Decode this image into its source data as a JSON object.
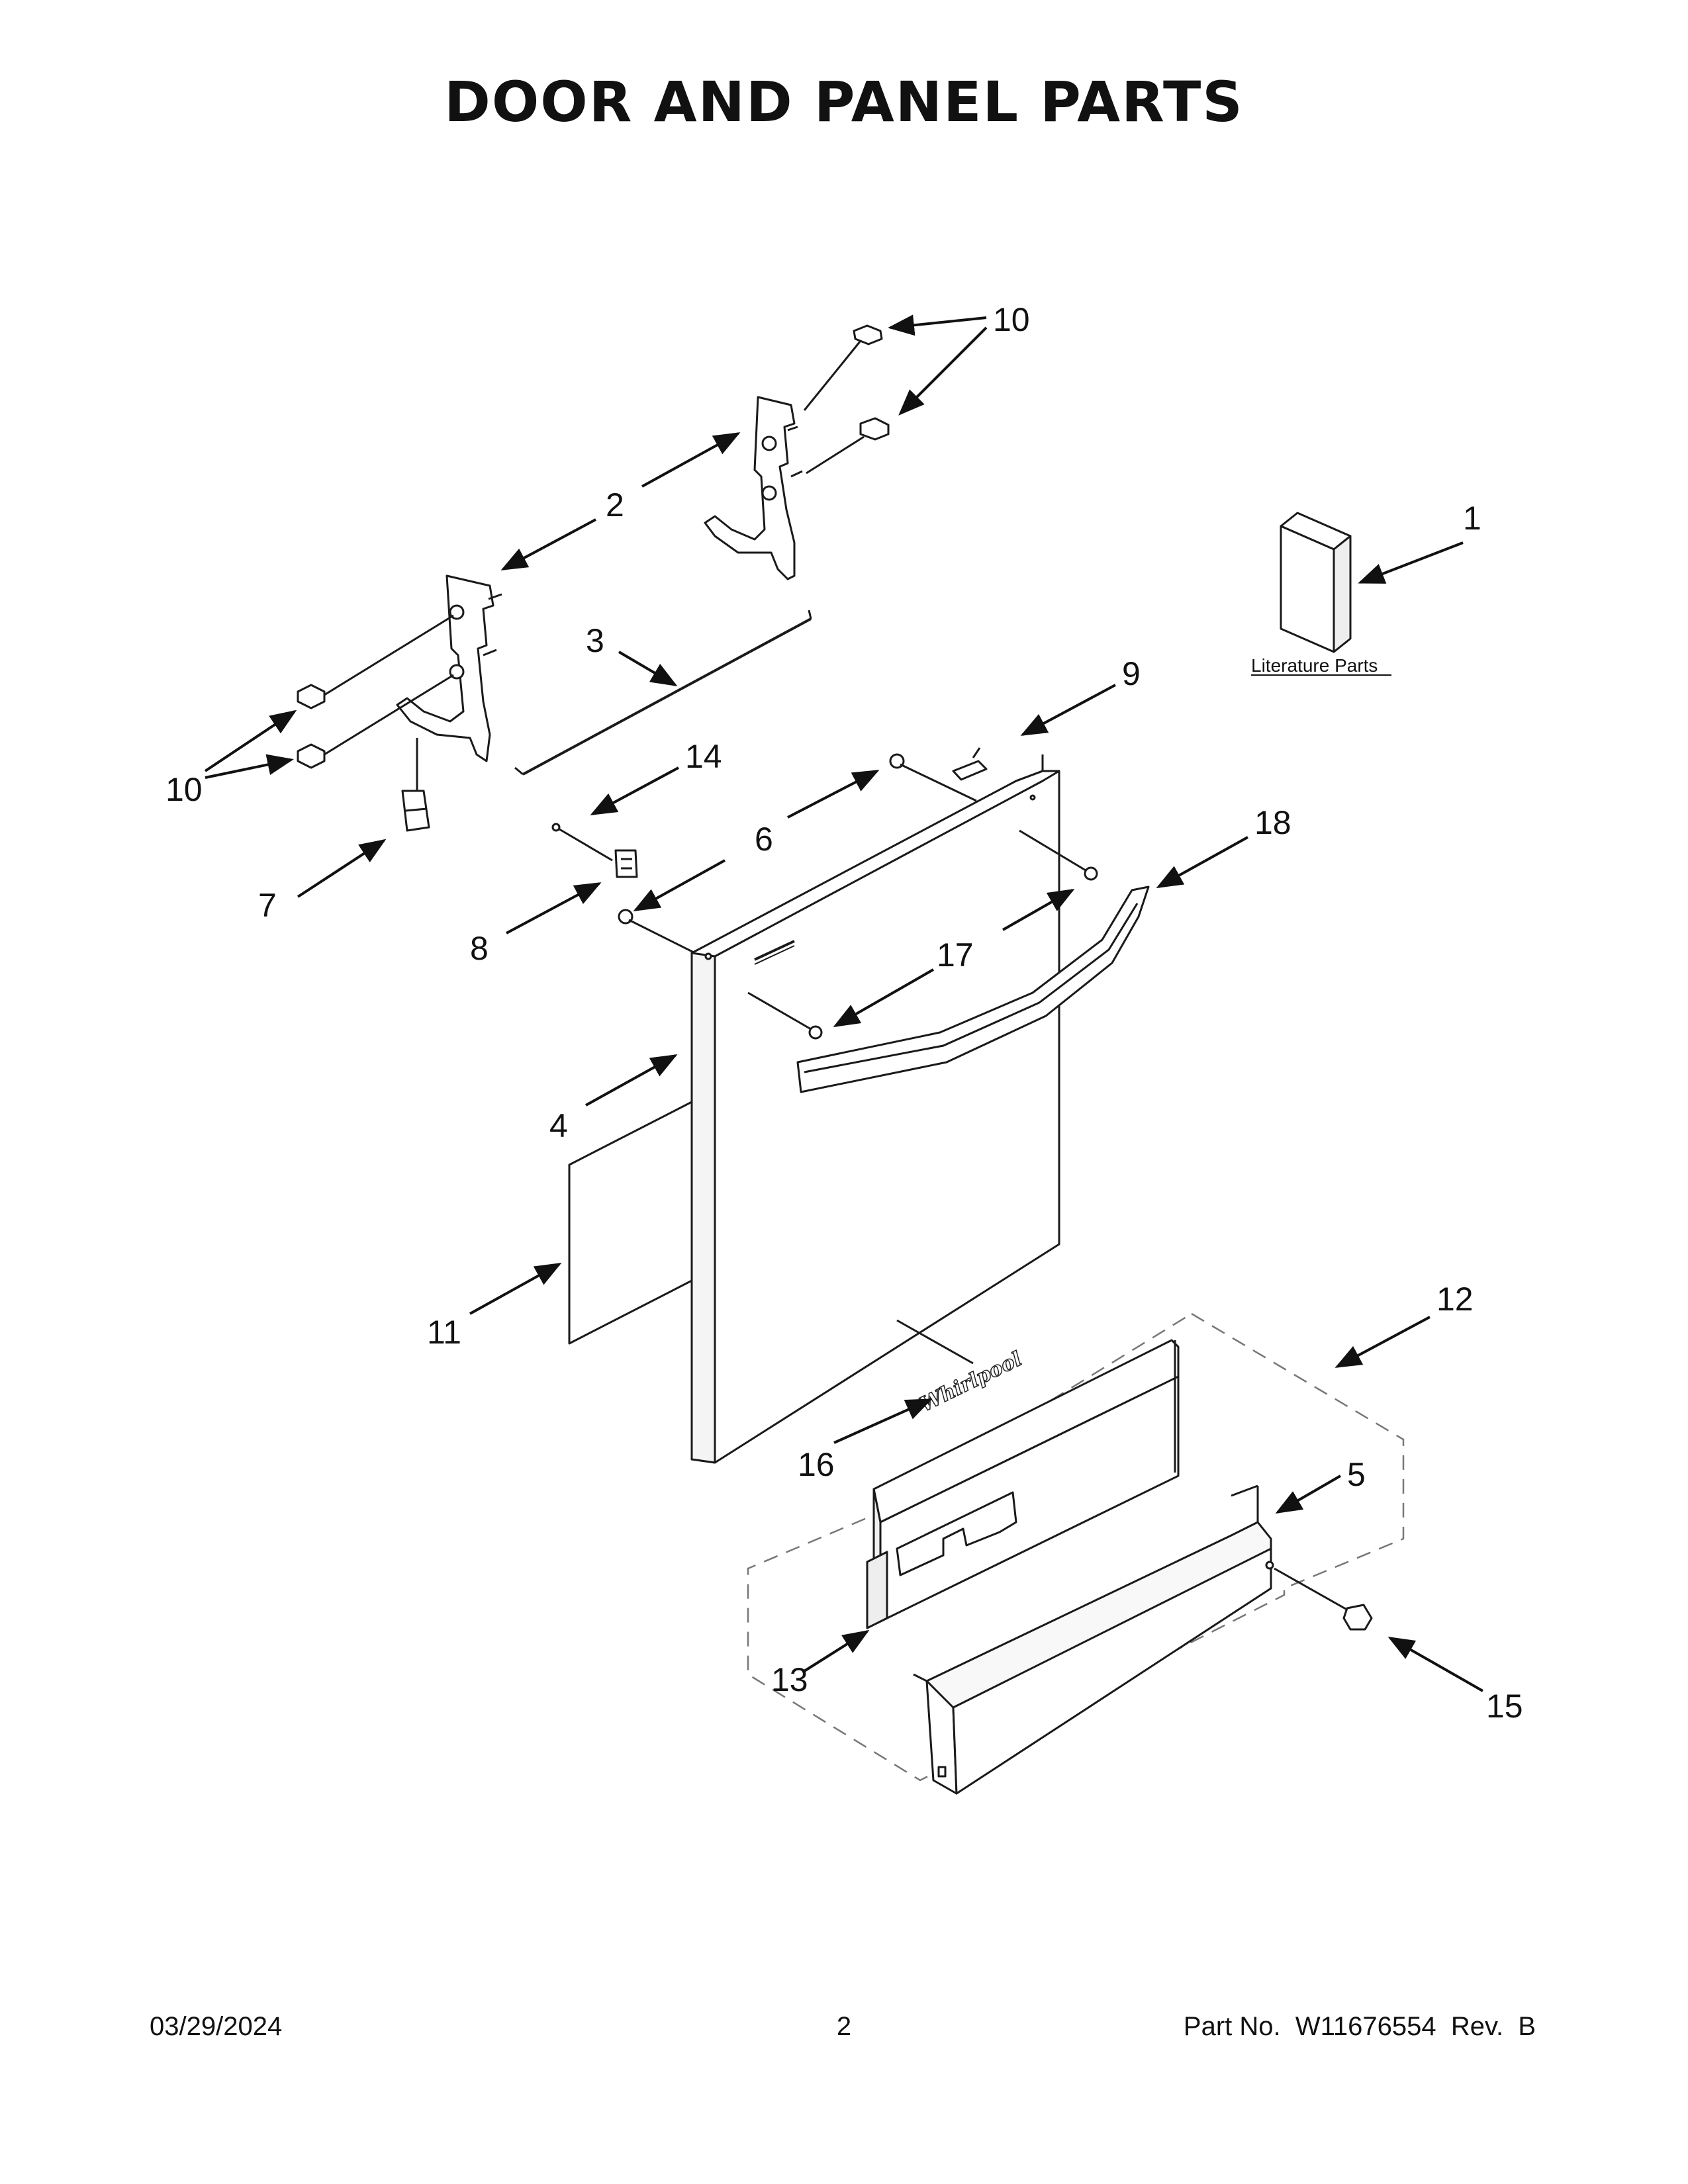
{
  "page": {
    "title": "DOOR AND PANEL PARTS",
    "literature_label": "Literature Parts",
    "logo_text": "Whirlpool"
  },
  "callouts": {
    "c1": "1",
    "c2": "2",
    "c3": "3",
    "c4": "4",
    "c5": "5",
    "c6": "6",
    "c7": "7",
    "c8": "8",
    "c9": "9",
    "c10a": "10",
    "c10b": "10",
    "c11": "11",
    "c12": "12",
    "c13": "13",
    "c14": "14",
    "c15": "15",
    "c16": "16",
    "c17": "17",
    "c18": "18"
  },
  "footer": {
    "date": "03/29/2024",
    "page_number": "2",
    "part_number": "Part No.  W11676554  Rev.  B"
  }
}
